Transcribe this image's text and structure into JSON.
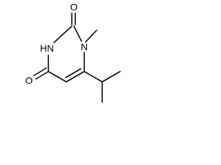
{
  "atoms": {
    "o_top": "O",
    "nh": "HN",
    "n_methyl": "N",
    "o_bottom": "O"
  },
  "colors": {
    "bond": "#000000",
    "label": "#000000",
    "background": "#ffffff"
  }
}
